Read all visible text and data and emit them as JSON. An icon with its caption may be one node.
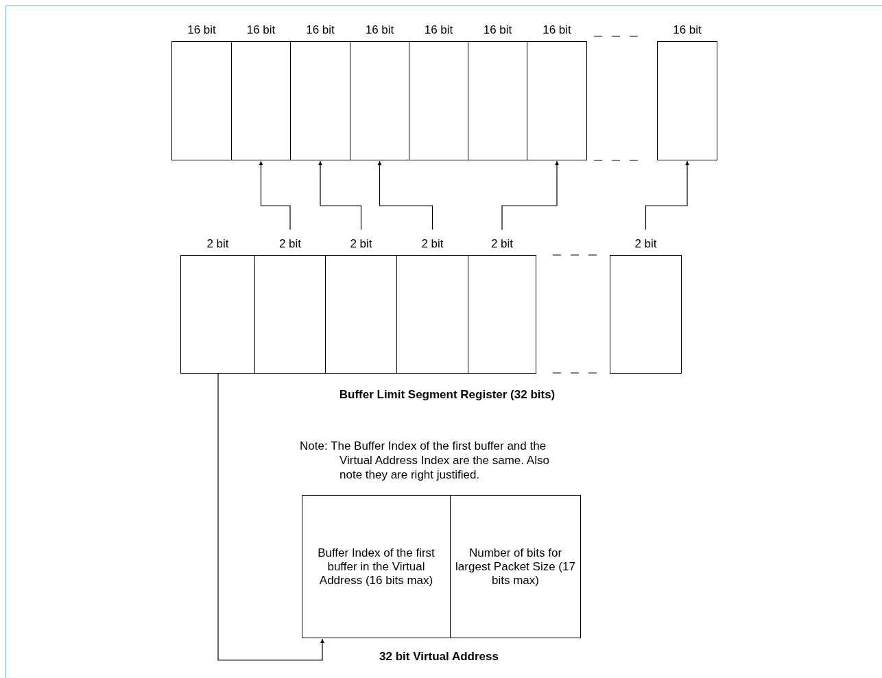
{
  "diagram": {
    "nodes": [
      {
        "text": [
          "16 bit"
        ]
      },
      {
        "text": [
          "16 bit"
        ]
      },
      {
        "text": [
          "16 bit"
        ]
      },
      {
        "text": [
          "16 bit"
        ]
      },
      {
        "text": [
          "16 bit"
        ]
      },
      {
        "text": [
          "16 bit"
        ]
      },
      {
        "text": [
          "16 bit"
        ]
      },
      {
        "text": [
          "16 bit"
        ]
      },
      {
        "text": [
          "2 bit"
        ]
      },
      {
        "text": [
          "2 bit"
        ]
      },
      {
        "text": [
          "2 bit"
        ]
      },
      {
        "text": [
          "2 bit"
        ]
      },
      {
        "text": [
          "2 bit"
        ]
      },
      {
        "text": [
          "2 bit"
        ]
      },
      {
        "text": [
          "Buffer Index of the first buffer in the Virtual Address (16 bits max)"
        ]
      },
      {
        "text": [
          "Number of bits for largest Packet Size (17 bits max)"
        ]
      }
    ],
    "edges": [
      {
        "from": 9,
        "to": 1,
        "arrow": "to"
      },
      {
        "from": 10,
        "to": 2,
        "arrow": "to"
      },
      {
        "from": 11,
        "to": 3,
        "arrow": "to"
      },
      {
        "from": 12,
        "to": 6,
        "arrow": "to"
      },
      {
        "from": 13,
        "to": 7,
        "arrow": "to"
      },
      {
        "from": 8,
        "to": 14,
        "arrow": "to"
      }
    ],
    "labels": [
      "Buffer Limit Segment Register (32 bits)",
      "Note: The Buffer Index of the first buffer and the Virtual Address Index are the same. Also note they are right justified.",
      "32 bit Virtual Address"
    ]
  }
}
